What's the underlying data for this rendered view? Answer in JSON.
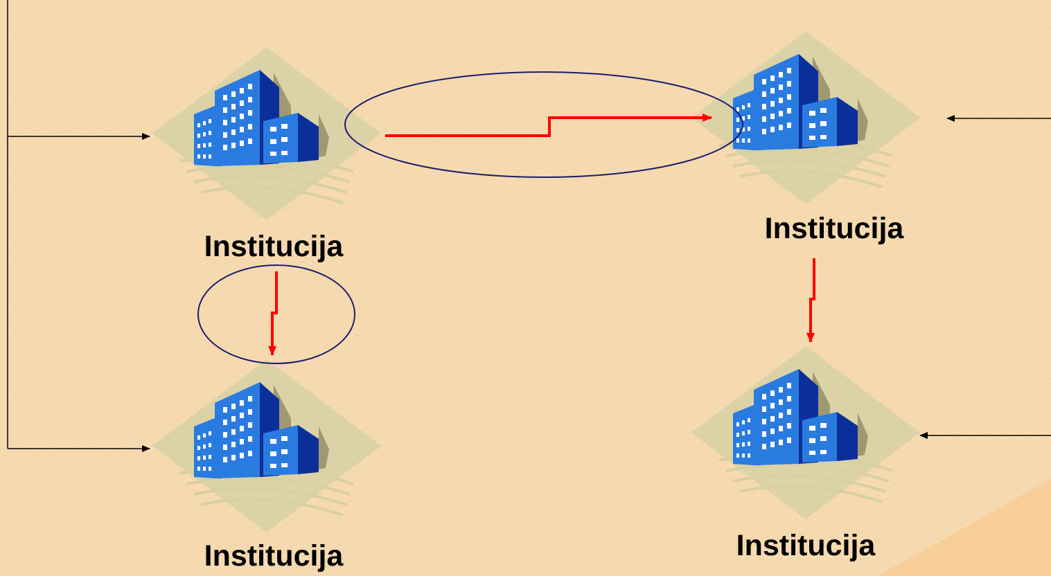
{
  "diagram": {
    "institutions": [
      {
        "id": "top-left",
        "label": "Institucija"
      },
      {
        "id": "top-right",
        "label": "Institucija"
      },
      {
        "id": "bottom-left",
        "label": "Institucija"
      },
      {
        "id": "bottom-right",
        "label": "Institucija"
      }
    ],
    "colors": {
      "background": "#f6d9ae",
      "flow_arrow": "#ff0000",
      "ellipse": "#1a1a6e",
      "connector": "#000000",
      "building_blue": "#2a7be0",
      "building_dark": "#0b2f9a",
      "diamond": "#dcd2a7"
    }
  }
}
